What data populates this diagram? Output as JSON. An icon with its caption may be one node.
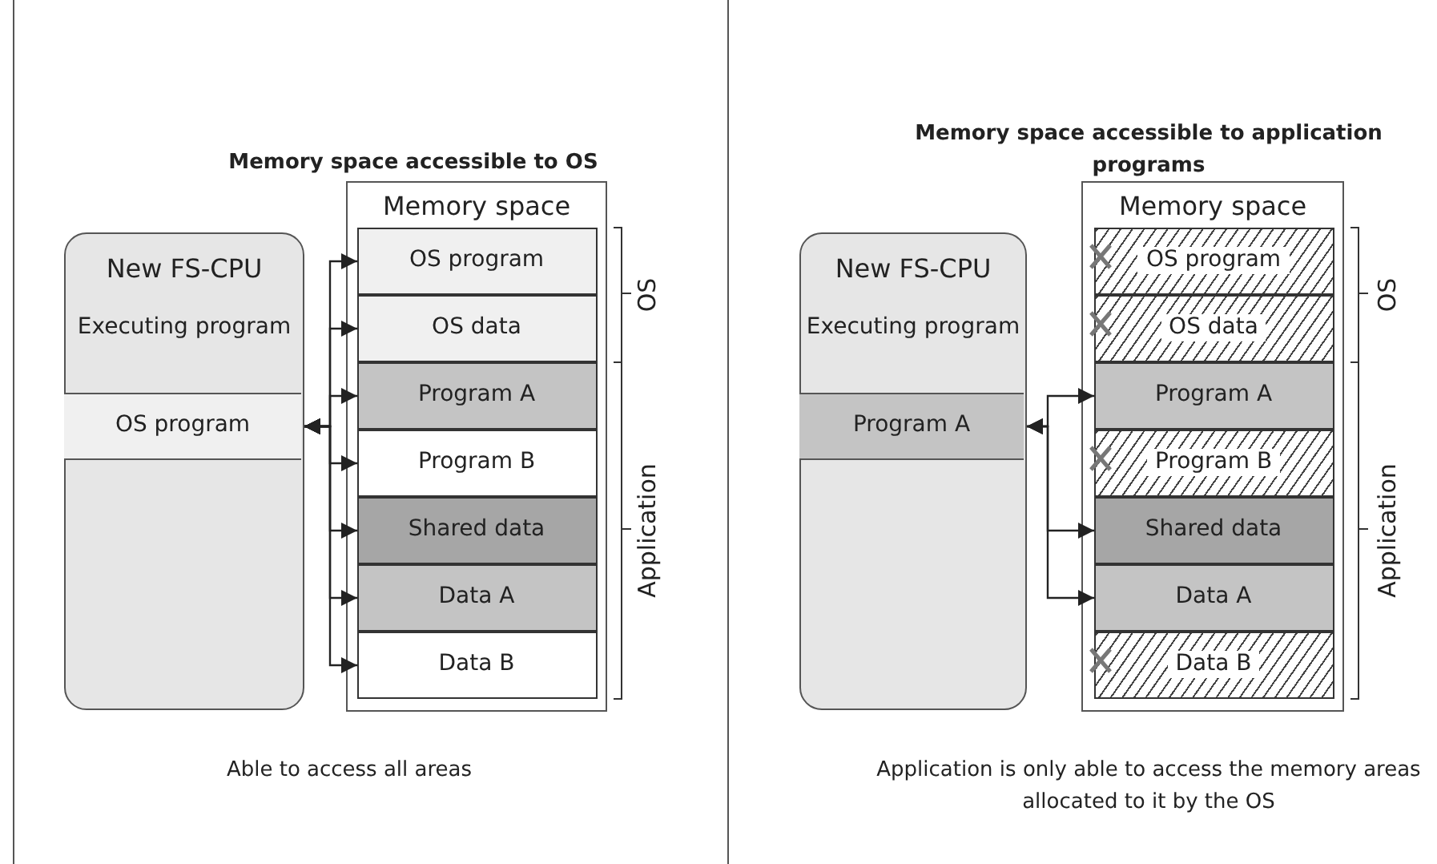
{
  "diagram": {
    "nodes": [
      {
        "text": [
          "New FS-CPU",
          "Executing program"
        ]
      },
      {
        "text": [
          "OS program"
        ],
        "in": 0
      },
      {
        "text": [
          "Memory space"
        ]
      },
      {
        "text": [
          "OS program"
        ],
        "in": 2
      },
      {
        "text": [
          "OS data"
        ],
        "in": 2
      },
      {
        "text": [
          "Program A"
        ],
        "in": 2
      },
      {
        "text": [
          "Program B"
        ],
        "in": 2
      },
      {
        "text": [
          "Shared data"
        ],
        "in": 2
      },
      {
        "text": [
          "Data A"
        ],
        "in": 2
      },
      {
        "text": [
          "Data B"
        ],
        "in": 2
      },
      {
        "text": [
          "New FS-CPU",
          "Executing program"
        ]
      },
      {
        "text": [
          "Program A"
        ],
        "in": 10
      },
      {
        "text": [
          "Memory space"
        ]
      },
      {
        "text": [
          "OS program"
        ],
        "in": 12
      },
      {
        "text": [
          "OS data"
        ],
        "in": 12
      },
      {
        "text": [
          "Program A"
        ],
        "in": 12
      },
      {
        "text": [
          "Program B"
        ],
        "in": 12
      },
      {
        "text": [
          "Shared data"
        ],
        "in": 12
      },
      {
        "text": [
          "Data A"
        ],
        "in": 12
      },
      {
        "text": [
          "Data B"
        ],
        "in": 12
      }
    ],
    "edges": [
      {
        "from": 1,
        "to": 3,
        "arrow": "both"
      },
      {
        "from": 1,
        "to": 4,
        "arrow": "both"
      },
      {
        "from": 1,
        "to": 5,
        "arrow": "both"
      },
      {
        "from": 1,
        "to": 6,
        "arrow": "both"
      },
      {
        "from": 1,
        "to": 7,
        "arrow": "both"
      },
      {
        "from": 1,
        "to": 8,
        "arrow": "both"
      },
      {
        "from": 1,
        "to": 9,
        "arrow": "both"
      },
      {
        "from": 11,
        "to": 15,
        "arrow": "both"
      },
      {
        "from": 11,
        "to": 17,
        "arrow": "both"
      },
      {
        "from": 11,
        "to": 18,
        "arrow": "both"
      }
    ],
    "labels": [
      "Memory space accessible to OS",
      "OS",
      "Application",
      "Able to access all areas",
      "Memory space accessible to application programs",
      "OS",
      "Application",
      "Application is only able to access the memory areas allocated to it by the OS"
    ]
  }
}
